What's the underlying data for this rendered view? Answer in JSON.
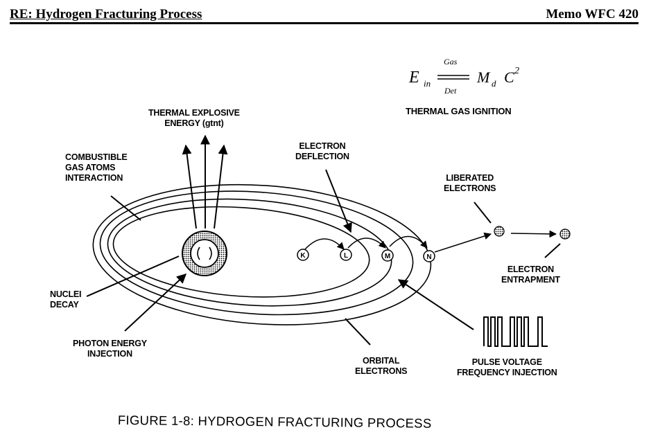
{
  "header": {
    "left": "RE: Hydrogen Fracturing Process",
    "right": "Memo WFC 420"
  },
  "equation": {
    "E": "E",
    "sub_in": "in",
    "top": "Gas",
    "bottom": "Det",
    "M": "M",
    "sub_d": "d",
    "C": "C",
    "exp": "2"
  },
  "labels": {
    "thermal_gas_ignition": "THERMAL GAS IGNITION",
    "thermal_explosive": "THERMAL EXPLOSIVE\nENERGY (gtnt)",
    "combustible": "COMBUSTIBLE\nGAS ATOMS\nINTERACTION",
    "electron_deflection": "ELECTRON\nDEFLECTION",
    "liberated": "LIBERATED\nELECTRONS",
    "entrapment": "ELECTRON\nENTRAPMENT",
    "nuclei": "NUCLEI\nDECAY",
    "photon": "PHOTON ENERGY\nINJECTION",
    "orbital": "ORBITAL\nELECTRONS",
    "pulse": "PULSE VOLTAGE\nFREQUENCY INJECTION"
  },
  "shells": [
    "K",
    "L",
    "M",
    "N"
  ],
  "caption": "FIGURE 1-8: HYDROGEN FRACTURING PROCESS"
}
